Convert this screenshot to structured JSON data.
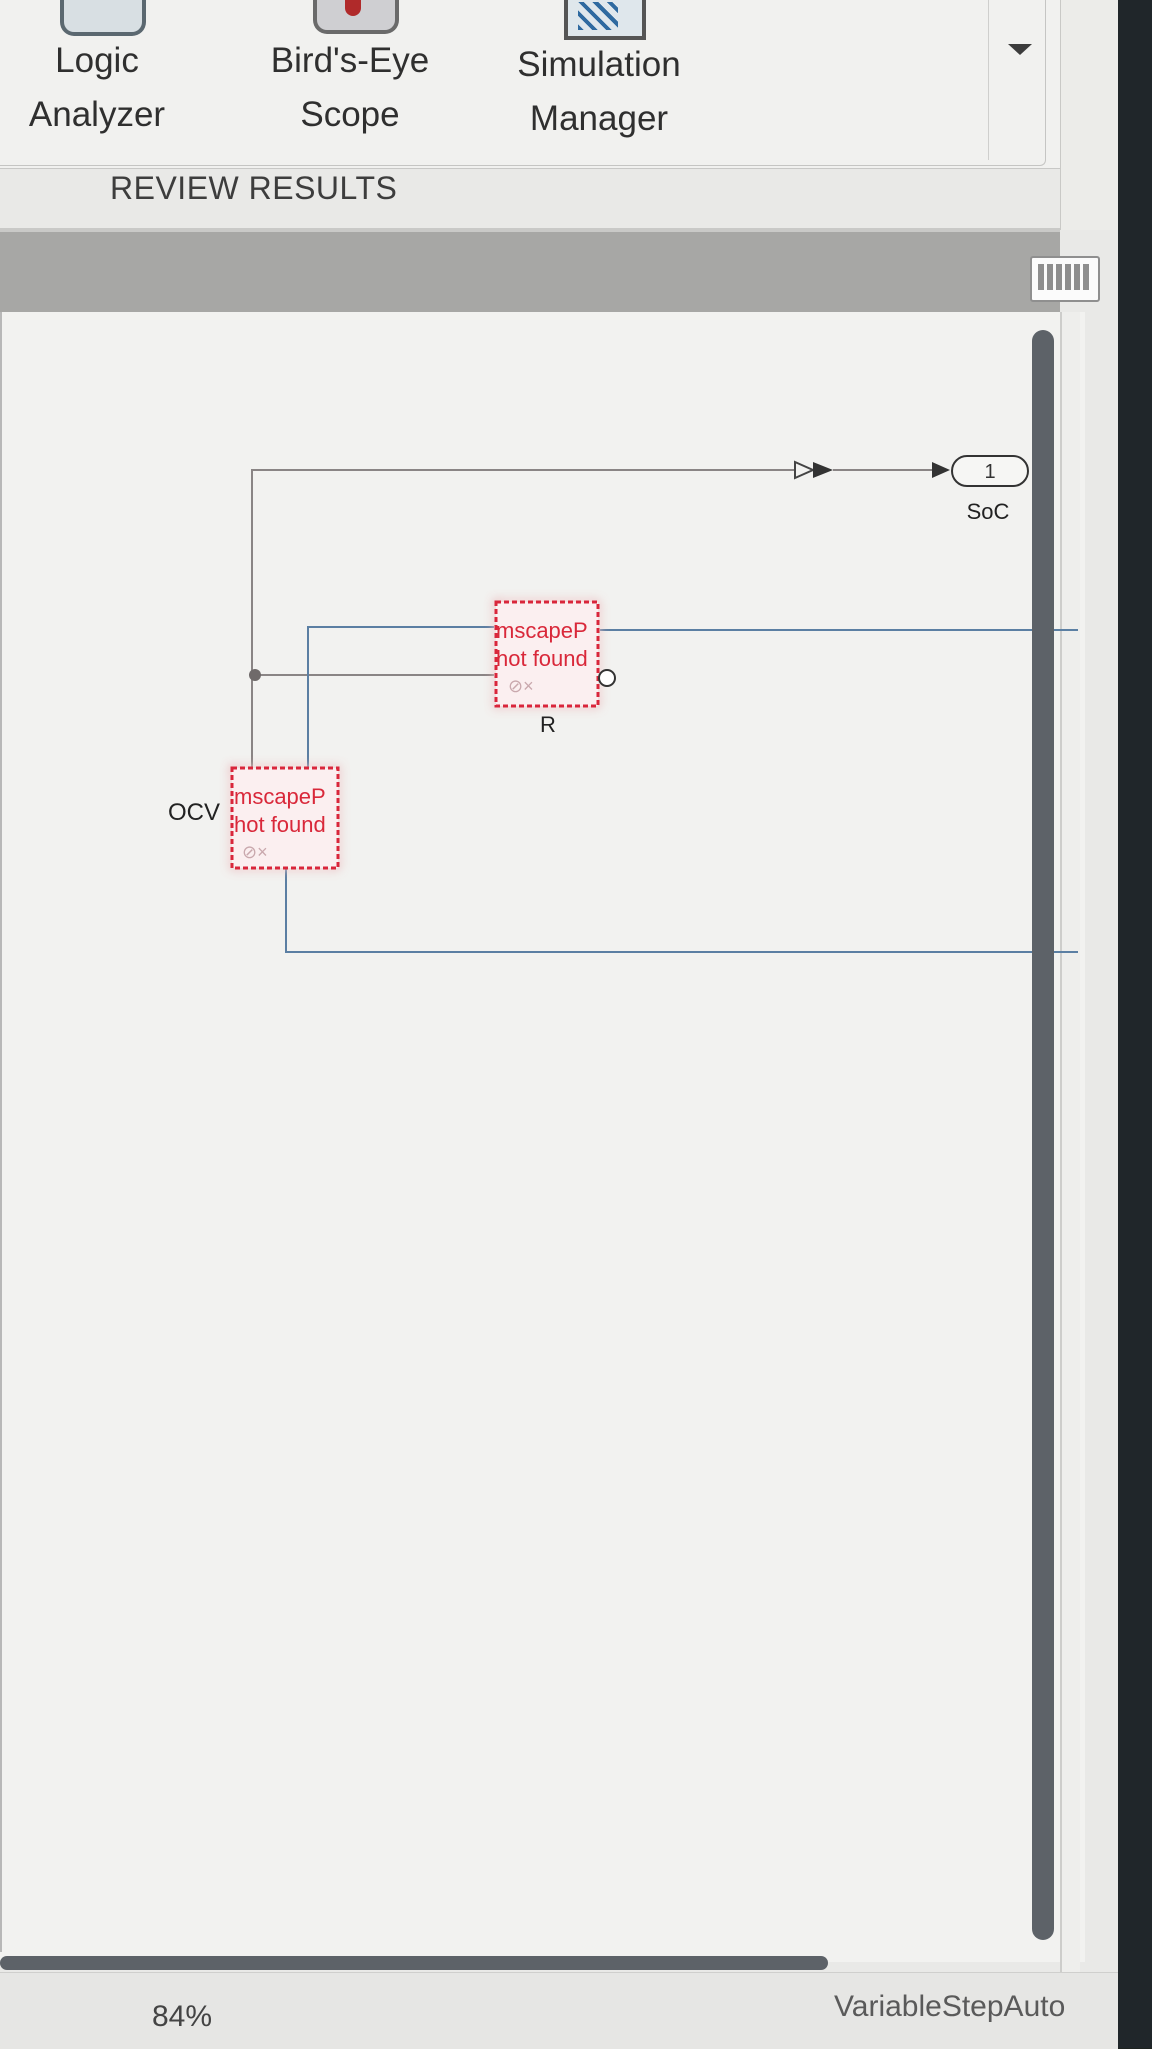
{
  "toolstrip": {
    "buttons": [
      {
        "line1": "Logic",
        "line2": "Analyzer",
        "icon": "logic-analyzer-icon"
      },
      {
        "line1": "Bird's-Eye",
        "line2": "Scope",
        "icon": "birds-eye-scope-icon"
      },
      {
        "line1": "Simulation",
        "line2": "Manager",
        "icon": "simulation-manager-icon"
      }
    ],
    "section_label": "REVIEW RESULTS",
    "more_icon": "chevron-down-icon"
  },
  "canvas": {
    "blocks": [
      {
        "text1": "mscapeP",
        "text2": "hot found",
        "label": "R"
      },
      {
        "text1": "mscapeP",
        "text2": "hot found",
        "label": "OCV"
      }
    ],
    "outport": {
      "number": "1",
      "label": "SoC"
    }
  },
  "status_bar": {
    "zoom": "84%",
    "solver": "VariableStepAuto"
  },
  "colors": {
    "error_red": "#d9283a",
    "signal_blue": "#5b7fa3",
    "signal_gray": "#8a8585"
  }
}
